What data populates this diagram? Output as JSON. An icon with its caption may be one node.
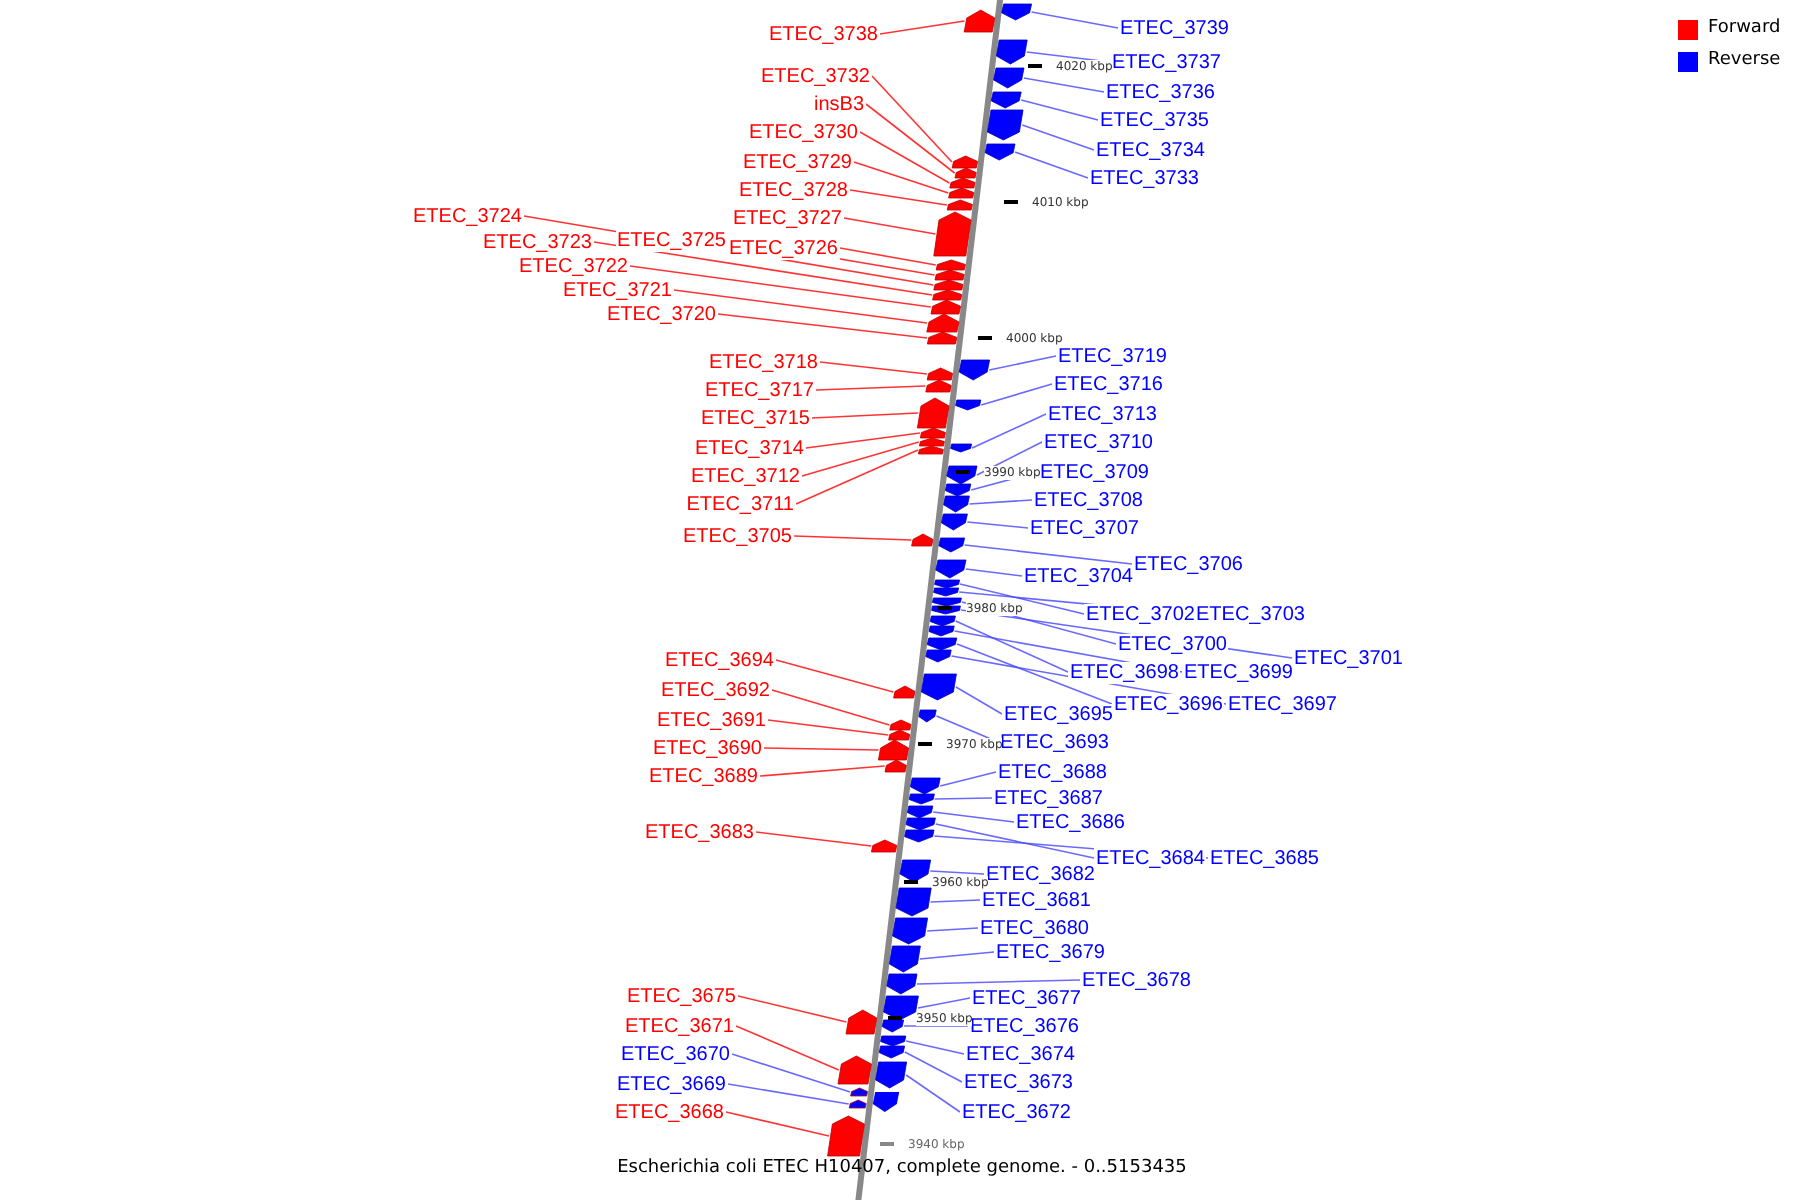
{
  "diagram": {
    "caption": "Escherichia coli ETEC H10407, complete genome. - 0..5153435",
    "nodes": [
      {
        "text": [
          "ETEC_3738"
        ]
      },
      {
        "text": [
          "ETEC_3732"
        ]
      },
      {
        "text": [
          "insB3"
        ]
      },
      {
        "text": [
          "ETEC_3730"
        ]
      },
      {
        "text": [
          "ETEC_3729"
        ]
      },
      {
        "text": [
          "ETEC_3728"
        ]
      },
      {
        "text": [
          "ETEC_3727"
        ]
      },
      {
        "text": [
          "ETEC_3724"
        ]
      },
      {
        "text": [
          "ETEC_3725"
        ]
      },
      {
        "text": [
          "ETEC_3726"
        ]
      },
      {
        "text": [
          "ETEC_3723"
        ]
      },
      {
        "text": [
          "ETEC_3722"
        ]
      },
      {
        "text": [
          "ETEC_3721"
        ]
      },
      {
        "text": [
          "ETEC_3720"
        ]
      },
      {
        "text": [
          "ETEC_3718"
        ]
      },
      {
        "text": [
          "ETEC_3717"
        ]
      },
      {
        "text": [
          "ETEC_3715"
        ]
      },
      {
        "text": [
          "ETEC_3714"
        ]
      },
      {
        "text": [
          "ETEC_3712"
        ]
      },
      {
        "text": [
          "ETEC_3711"
        ]
      },
      {
        "text": [
          "ETEC_3705"
        ]
      },
      {
        "text": [
          "ETEC_3694"
        ]
      },
      {
        "text": [
          "ETEC_3692"
        ]
      },
      {
        "text": [
          "ETEC_3691"
        ]
      },
      {
        "text": [
          "ETEC_3690"
        ]
      },
      {
        "text": [
          "ETEC_3689"
        ]
      },
      {
        "text": [
          "ETEC_3683"
        ]
      },
      {
        "text": [
          "ETEC_3675"
        ]
      },
      {
        "text": [
          "ETEC_3671"
        ]
      },
      {
        "text": [
          "ETEC_3670"
        ]
      },
      {
        "text": [
          "ETEC_3669"
        ]
      },
      {
        "text": [
          "ETEC_3668"
        ]
      },
      {
        "text": [
          "ETEC_3739"
        ]
      },
      {
        "text": [
          "ETEC_3737"
        ]
      },
      {
        "text": [
          "ETEC_3736"
        ]
      },
      {
        "text": [
          "ETEC_3735"
        ]
      },
      {
        "text": [
          "ETEC_3734"
        ]
      },
      {
        "text": [
          "ETEC_3733"
        ]
      },
      {
        "text": [
          "ETEC_3719"
        ]
      },
      {
        "text": [
          "ETEC_3716"
        ]
      },
      {
        "text": [
          "ETEC_3713"
        ]
      },
      {
        "text": [
          "ETEC_3710"
        ]
      },
      {
        "text": [
          "ETEC_3709"
        ]
      },
      {
        "text": [
          "ETEC_3708"
        ]
      },
      {
        "text": [
          "ETEC_3707"
        ]
      },
      {
        "text": [
          "ETEC_3706"
        ]
      },
      {
        "text": [
          "ETEC_3704"
        ]
      },
      {
        "text": [
          "ETEC_3702"
        ]
      },
      {
        "text": [
          "ETEC_3703"
        ]
      },
      {
        "text": [
          "ETEC_3700"
        ]
      },
      {
        "text": [
          "ETEC_3701"
        ]
      },
      {
        "text": [
          "ETEC_3698"
        ]
      },
      {
        "text": [
          "ETEC_3699"
        ]
      },
      {
        "text": [
          "ETEC_3696"
        ]
      },
      {
        "text": [
          "ETEC_3697"
        ]
      },
      {
        "text": [
          "ETEC_3695"
        ]
      },
      {
        "text": [
          "ETEC_3693"
        ]
      },
      {
        "text": [
          "ETEC_3688"
        ]
      },
      {
        "text": [
          "ETEC_3687"
        ]
      },
      {
        "text": [
          "ETEC_3686"
        ]
      },
      {
        "text": [
          "ETEC_3684"
        ]
      },
      {
        "text": [
          "ETEC_3685"
        ]
      },
      {
        "text": [
          "ETEC_3682"
        ]
      },
      {
        "text": [
          "ETEC_3681"
        ]
      },
      {
        "text": [
          "ETEC_3680"
        ]
      },
      {
        "text": [
          "ETEC_3679"
        ]
      },
      {
        "text": [
          "ETEC_3678"
        ]
      },
      {
        "text": [
          "ETEC_3677"
        ]
      },
      {
        "text": [
          "ETEC_3676"
        ]
      },
      {
        "text": [
          "ETEC_3674"
        ]
      },
      {
        "text": [
          "ETEC_3673"
        ]
      },
      {
        "text": [
          "ETEC_3672"
        ]
      },
      {
        "text": [],
        "shape": "pentagon"
      },
      {
        "text": [],
        "shape": "pentagon"
      },
      {
        "text": [],
        "shape": "pentagon"
      },
      {
        "text": [],
        "shape": "pentagon"
      },
      {
        "text": [],
        "shape": "pentagon"
      },
      {
        "text": [],
        "shape": "pentagon"
      },
      {
        "text": [],
        "shape": "pentagon"
      },
      {
        "text": [],
        "shape": "pentagon"
      },
      {
        "text": [],
        "shape": "pentagon"
      },
      {
        "text": [],
        "shape": "pentagon"
      },
      {
        "text": [],
        "shape": "pentagon"
      },
      {
        "text": [],
        "shape": "pentagon"
      },
      {
        "text": [],
        "shape": "pentagon"
      },
      {
        "text": [],
        "shape": "pentagon"
      },
      {
        "text": [],
        "shape": "pentagon"
      },
      {
        "text": [],
        "shape": "pentagon"
      },
      {
        "text": [],
        "shape": "pentagon"
      },
      {
        "text": [],
        "shape": "pentagon"
      },
      {
        "text": [],
        "shape": "pentagon"
      },
      {
        "text": [],
        "shape": "pentagon"
      },
      {
        "text": [],
        "shape": "pentagon"
      },
      {
        "text": [],
        "shape": "pentagon"
      },
      {
        "text": [],
        "shape": "pentagon"
      },
      {
        "text": [],
        "shape": "pentagon"
      },
      {
        "text": [],
        "shape": "pentagon"
      },
      {
        "text": [],
        "shape": "pentagon"
      },
      {
        "text": [],
        "shape": "pentagon"
      },
      {
        "text": [],
        "shape": "pentagon"
      },
      {
        "text": [],
        "shape": "pentagon"
      },
      {
        "text": [],
        "shape": "pentagon"
      },
      {
        "text": [],
        "shape": "pentagon"
      },
      {
        "text": [],
        "shape": "pentagon"
      },
      {
        "text": [],
        "shape": "pentagon"
      },
      {
        "text": [],
        "shape": "pentagon"
      },
      {
        "text": [],
        "shape": "pentagon"
      },
      {
        "text": [],
        "shape": "pentagon"
      },
      {
        "text": [],
        "shape": "pentagon"
      },
      {
        "text": [],
        "shape": "pentagon"
      },
      {
        "text": [],
        "shape": "pentagon"
      },
      {
        "text": [],
        "shape": "pentagon"
      },
      {
        "text": [],
        "shape": "pentagon"
      },
      {
        "text": [],
        "shape": "pentagon"
      },
      {
        "text": [],
        "shape": "pentagon"
      },
      {
        "text": [],
        "shape": "pentagon"
      },
      {
        "text": [],
        "shape": "pentagon"
      },
      {
        "text": [],
        "shape": "pentagon"
      },
      {
        "text": [],
        "shape": "pentagon"
      },
      {
        "text": [],
        "shape": "pentagon"
      },
      {
        "text": [],
        "shape": "pentagon"
      },
      {
        "text": [],
        "shape": "pentagon"
      },
      {
        "text": [],
        "shape": "pentagon"
      },
      {
        "text": [],
        "shape": "pentagon"
      },
      {
        "text": [],
        "shape": "pentagon"
      },
      {
        "text": [],
        "shape": "pentagon"
      },
      {
        "text": [],
        "shape": "pentagon"
      },
      {
        "text": [],
        "shape": "pentagon"
      },
      {
        "text": [],
        "shape": "pentagon"
      },
      {
        "text": [],
        "shape": "pentagon"
      },
      {
        "text": [],
        "shape": "pentagon"
      },
      {
        "text": [],
        "shape": "pentagon"
      },
      {
        "text": [],
        "shape": "pentagon"
      },
      {
        "text": [],
        "shape": "pentagon"
      },
      {
        "text": [],
        "shape": "pentagon"
      },
      {
        "text": [],
        "shape": "pentagon"
      },
      {
        "text": [],
        "shape": "pentagon"
      },
      {
        "text": [],
        "shape": "pentagon"
      },
      {
        "text": [],
        "shape": "pentagon"
      },
      {
        "text": [],
        "shape": "pentagon"
      },
      {
        "text": [],
        "shape": "pentagon"
      },
      {
        "text": [],
        "shape": "pentagon"
      },
      {
        "text": [],
        "shape": "pentagon"
      },
      {
        "text": [],
        "shape": "pentagon"
      }
    ],
    "edges": [
      {
        "from": 0,
        "to": 72,
        "arrow": "none",
        "color": "#ff0000"
      },
      {
        "from": 1,
        "to": 73,
        "arrow": "none",
        "color": "#ff0000"
      },
      {
        "from": 2,
        "to": 74,
        "arrow": "none",
        "color": "#ff0000"
      },
      {
        "from": 3,
        "to": 75,
        "arrow": "none",
        "color": "#ff0000"
      },
      {
        "from": 4,
        "to": 76,
        "arrow": "none",
        "color": "#ff0000"
      },
      {
        "from": 5,
        "to": 77,
        "arrow": "none",
        "color": "#ff0000"
      },
      {
        "from": 6,
        "to": 78,
        "arrow": "none",
        "color": "#ff0000"
      },
      {
        "from": 7,
        "to": 79,
        "arrow": "none",
        "color": "#ff0000"
      },
      {
        "from": 8,
        "to": 80,
        "arrow": "none",
        "color": "#ff0000"
      },
      {
        "from": 9,
        "to": 81,
        "arrow": "none",
        "color": "#ff0000"
      },
      {
        "from": 10,
        "to": 82,
        "arrow": "none",
        "color": "#ff0000"
      },
      {
        "from": 11,
        "to": 83,
        "arrow": "none",
        "color": "#ff0000"
      },
      {
        "from": 12,
        "to": 84,
        "arrow": "none",
        "color": "#ff0000"
      },
      {
        "from": 13,
        "to": 85,
        "arrow": "none",
        "color": "#ff0000"
      },
      {
        "from": 14,
        "to": 86,
        "arrow": "none",
        "color": "#ff0000"
      },
      {
        "from": 15,
        "to": 87,
        "arrow": "none",
        "color": "#ff0000"
      },
      {
        "from": 16,
        "to": 88,
        "arrow": "none",
        "color": "#ff0000"
      },
      {
        "from": 17,
        "to": 89,
        "arrow": "none",
        "color": "#ff0000"
      },
      {
        "from": 18,
        "to": 90,
        "arrow": "none",
        "color": "#ff0000"
      },
      {
        "from": 19,
        "to": 91,
        "arrow": "none",
        "color": "#ff0000"
      },
      {
        "from": 20,
        "to": 92,
        "arrow": "none",
        "color": "#ff0000"
      },
      {
        "from": 21,
        "to": 93,
        "arrow": "none",
        "color": "#ff0000"
      },
      {
        "from": 22,
        "to": 94,
        "arrow": "none",
        "color": "#ff0000"
      },
      {
        "from": 23,
        "to": 95,
        "arrow": "none",
        "color": "#ff0000"
      },
      {
        "from": 24,
        "to": 96,
        "arrow": "none",
        "color": "#ff0000"
      },
      {
        "from": 25,
        "to": 97,
        "arrow": "none",
        "color": "#ff0000"
      },
      {
        "from": 26,
        "to": 98,
        "arrow": "none",
        "color": "#ff0000"
      },
      {
        "from": 27,
        "to": 99,
        "arrow": "none",
        "color": "#ff0000"
      },
      {
        "from": 28,
        "to": 100,
        "arrow": "none",
        "color": "#ff0000"
      },
      {
        "from": 29,
        "to": 101,
        "arrow": "none"
      },
      {
        "from": 30,
        "to": 102,
        "arrow": "none"
      },
      {
        "from": 31,
        "to": 103,
        "arrow": "none",
        "color": "#ff0000"
      },
      {
        "from": 32,
        "to": 104,
        "arrow": "none"
      },
      {
        "from": 33,
        "to": 105,
        "arrow": "none"
      },
      {
        "from": 34,
        "to": 106,
        "arrow": "none"
      },
      {
        "from": 35,
        "to": 107,
        "arrow": "none"
      },
      {
        "from": 36,
        "to": 108,
        "arrow": "none"
      },
      {
        "from": 37,
        "to": 109,
        "arrow": "none"
      },
      {
        "from": 38,
        "to": 110,
        "arrow": "none"
      },
      {
        "from": 39,
        "to": 111,
        "arrow": "none"
      },
      {
        "from": 40,
        "to": 112,
        "arrow": "none"
      },
      {
        "from": 41,
        "to": 113,
        "arrow": "none"
      },
      {
        "from": 42,
        "to": 114,
        "arrow": "none"
      },
      {
        "from": 43,
        "to": 115,
        "arrow": "none"
      },
      {
        "from": 44,
        "to": 116,
        "arrow": "none"
      },
      {
        "from": 45,
        "to": 117,
        "arrow": "none"
      },
      {
        "from": 46,
        "to": 118,
        "arrow": "none"
      },
      {
        "from": 47,
        "to": 119,
        "arrow": "none"
      },
      {
        "from": 48,
        "to": 120,
        "arrow": "none"
      },
      {
        "from": 49,
        "to": 121,
        "arrow": "none"
      },
      {
        "from": 50,
        "to": 122,
        "arrow": "none"
      },
      {
        "from": 51,
        "to": 123,
        "arrow": "none"
      },
      {
        "from": 52,
        "to": 124,
        "arrow": "none"
      },
      {
        "from": 53,
        "to": 125,
        "arrow": "none"
      },
      {
        "from": 54,
        "to": 126,
        "arrow": "none"
      },
      {
        "from": 55,
        "to": 127,
        "arrow": "none"
      },
      {
        "from": 56,
        "to": 128,
        "arrow": "none"
      },
      {
        "from": 57,
        "to": 129,
        "arrow": "none"
      },
      {
        "from": 58,
        "to": 130,
        "arrow": "none"
      },
      {
        "from": 59,
        "to": 131,
        "arrow": "none"
      },
      {
        "from": 60,
        "to": 132,
        "arrow": "none"
      },
      {
        "from": 61,
        "to": 133,
        "arrow": "none"
      },
      {
        "from": 62,
        "to": 134,
        "arrow": "none"
      },
      {
        "from": 63,
        "to": 135,
        "arrow": "none"
      },
      {
        "from": 64,
        "to": 136,
        "arrow": "none"
      },
      {
        "from": 65,
        "to": 137,
        "arrow": "none"
      },
      {
        "from": 66,
        "to": 138,
        "arrow": "none"
      },
      {
        "from": 67,
        "to": 139,
        "arrow": "none"
      },
      {
        "from": 68,
        "to": 140,
        "arrow": "none"
      },
      {
        "from": 69,
        "to": 141,
        "arrow": "none"
      },
      {
        "from": 70,
        "to": 142,
        "arrow": "none"
      },
      {
        "from": 71,
        "to": 143,
        "arrow": "none"
      }
    ],
    "labels": [
      "4020 kbp",
      "4010 kbp",
      "4000 kbp",
      "3990 kbp",
      "3980 kbp",
      "3970 kbp",
      "3960 kbp",
      "3950 kbp",
      "3940 kbp"
    ],
    "legend": [
      {
        "text": "Forward",
        "color": "#ff0000"
      },
      {
        "text": "Reverse",
        "color": "#0000ff"
      }
    ]
  }
}
